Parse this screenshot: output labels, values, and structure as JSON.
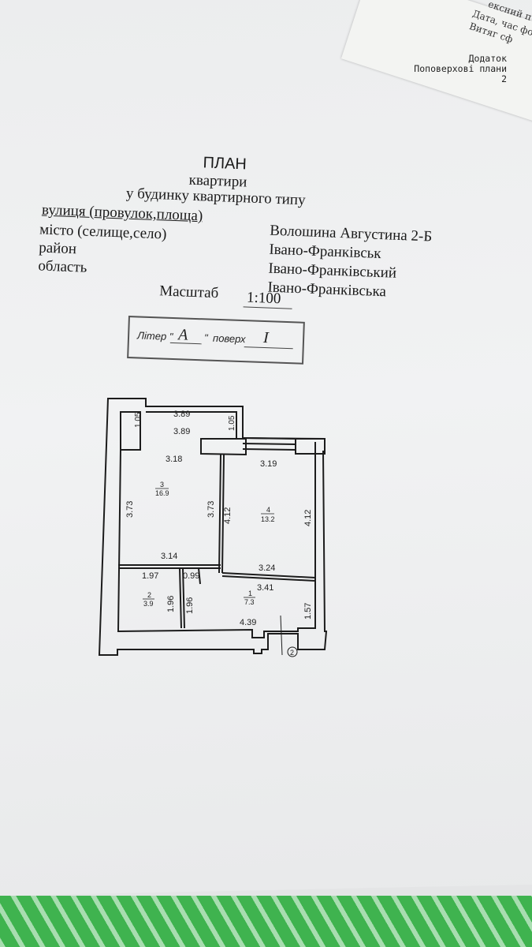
{
  "under_sheet": {
    "lines": [
      "ексний п",
      "Дата, час фо",
      "Витяг сф"
    ]
  },
  "appendix": {
    "line1": "Додаток",
    "line2": "Поповерхові плани",
    "line3": "2"
  },
  "title": {
    "line1": "ПЛАН",
    "line2": "квартири",
    "line3": "у будинку квартирного типу"
  },
  "address": {
    "street_label": "вулиця (провулок,площа)",
    "street_value": "Волошина Августина 2-Б",
    "city_label": "місто (селище,село)",
    "city_value": "Івано-Франківськ",
    "district_label": "район",
    "district_value": "Івано-Франківський",
    "region_label": "область",
    "region_value": "Івано-Франківська"
  },
  "scale": {
    "label": "Масштаб",
    "value": "1:100"
  },
  "litera": {
    "label": "Літер \"",
    "value": "A",
    "quote_close": "\"",
    "floor_label": "поверх",
    "floor_value": "I"
  },
  "plan": {
    "dims": {
      "top_outer": "3.89",
      "top_inner": "3.89",
      "left_niche": "1.05",
      "right_niche": "1.05",
      "room3_top": "3.18",
      "room3_left": "3.73",
      "room3_right": "3.73",
      "room3_bottom": "3.14",
      "room4_top": "3.19",
      "room4_left": "4.12",
      "room4_right": "4.12",
      "room4_bottom": "3.24",
      "room2_top": "1.97",
      "room2_right": "1.96",
      "small_top": "0.99",
      "small_left": "1.96",
      "room1_top": "3.41",
      "room1_bottom": "4.39",
      "room1_right": "1.57"
    },
    "rooms": [
      {
        "num": "3",
        "area": "16.9"
      },
      {
        "num": "4",
        "area": "13.2"
      },
      {
        "num": "2",
        "area": "3.9"
      },
      {
        "num": "1",
        "area": "7.3"
      }
    ],
    "axis_mark": "2"
  }
}
